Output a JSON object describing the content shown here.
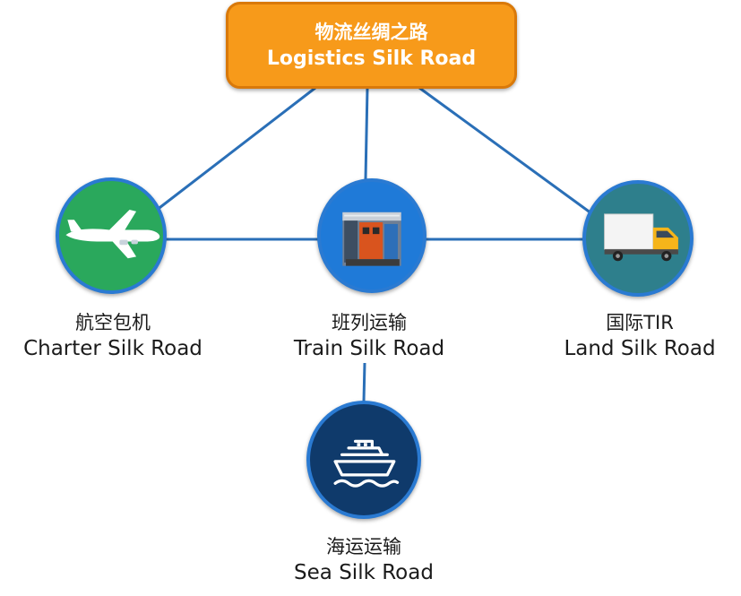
{
  "title": {
    "zh": "物流丝绸之路",
    "en": "Logistics Silk Road"
  },
  "colors": {
    "title_fill": "#f79a1a",
    "title_border": "#d9790a",
    "line": "#2a6fb7",
    "circle_border": "#2a7ad2",
    "charter_fill": "#2aa85c",
    "train_fill": "#1f7ad8",
    "land_fill": "#2e7f8c",
    "sea_fill": "#0f3a6b"
  },
  "nodes": {
    "charter": {
      "zh": "航空包机",
      "en": "Charter Silk Road",
      "icon": "airplane-icon"
    },
    "train": {
      "zh": "班列运输",
      "en": "Train Silk Road",
      "icon": "train-photo-icon"
    },
    "land": {
      "zh": "国际TIR",
      "en": "Land Silk Road",
      "icon": "truck-icon"
    },
    "sea": {
      "zh": "海运运输",
      "en": "Sea Silk Road",
      "icon": "ship-icon"
    }
  }
}
